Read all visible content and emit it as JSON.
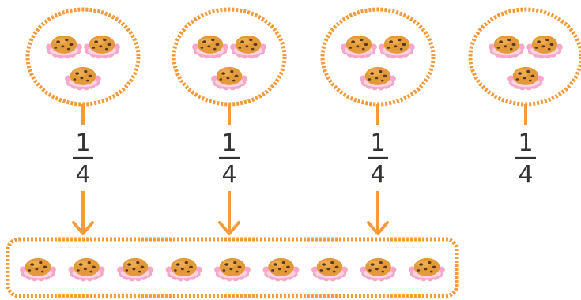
{
  "colors": {
    "accent": "#F39A3A",
    "cookie": "#E39A3A",
    "cookie_dark": "#5A3A1E",
    "liner": "#F7A8C8",
    "liner_light": "#FCD3E4"
  },
  "groups": [
    {
      "fraction": {
        "numerator": "1",
        "denominator": "4"
      },
      "cookies": 3,
      "arrow_to_row": true
    },
    {
      "fraction": {
        "numerator": "1",
        "denominator": "4"
      },
      "cookies": 3,
      "arrow_to_row": true
    },
    {
      "fraction": {
        "numerator": "1",
        "denominator": "4"
      },
      "cookies": 3,
      "arrow_to_row": true
    },
    {
      "fraction": {
        "numerator": "1",
        "denominator": "4"
      },
      "cookies": 3,
      "arrow_to_row": false
    }
  ],
  "result_row": {
    "cookies": 9
  },
  "icons": {
    "cookie": "cookie-cupcake-icon"
  }
}
